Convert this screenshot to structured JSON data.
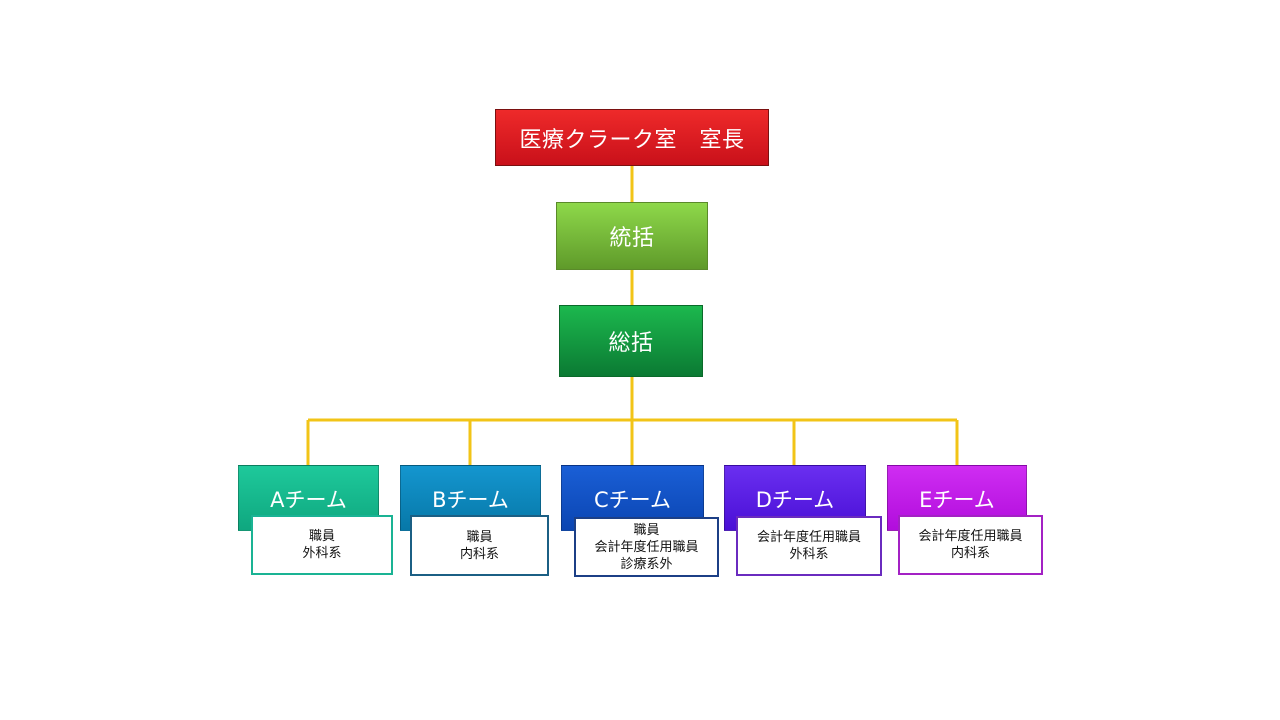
{
  "colors": {
    "connector": "#f2c417"
  },
  "chart_data": {
    "type": "org-chart",
    "root": {
      "label": "医療クラーク室　室長"
    },
    "levels": [
      {
        "label": "統括"
      },
      {
        "label": "総括"
      }
    ],
    "teams": [
      {
        "label": "Aチーム",
        "roles": [
          "職員",
          "外科系"
        ],
        "color": "#0fa77f",
        "color_light": "#1ec99b",
        "border": "#1ab394"
      },
      {
        "label": "Bチーム",
        "roles": [
          "職員",
          "内科系"
        ],
        "color": "#0778a8",
        "color_light": "#1496cf",
        "border": "#1b5f84"
      },
      {
        "label": "Cチーム",
        "roles": [
          "職員",
          "会計年度任用職員",
          "診療系外"
        ],
        "color": "#0b45b2",
        "color_light": "#1a5fd6",
        "border": "#1c3f86"
      },
      {
        "label": "Dチーム",
        "roles": [
          "会計年度任用職員",
          "外科系"
        ],
        "color": "#4a0fd6",
        "color_light": "#6a2ff0",
        "border": "#6a2bbf"
      },
      {
        "label": "Eチーム",
        "roles": [
          "会計年度任用職員",
          "内科系"
        ],
        "color": "#b10ddc",
        "color_light": "#cf2df2",
        "border": "#a321c4"
      }
    ]
  }
}
